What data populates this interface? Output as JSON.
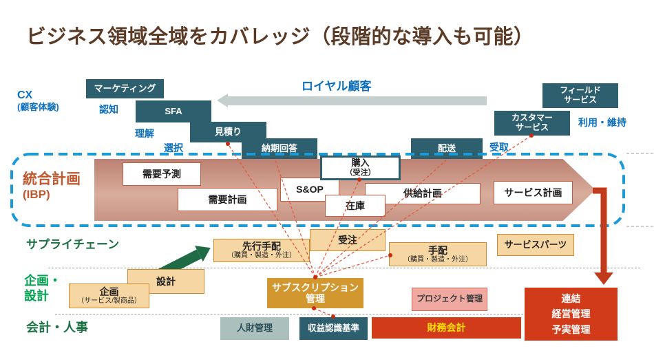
{
  "title": "ビジネス領域全域をカバレッジ（段階的な導入も可能）",
  "side_labels": {
    "cx": {
      "main": "CX",
      "sub": "(顧客体験)"
    },
    "ibp": {
      "main": "統合計画",
      "sub": "(IBP)"
    },
    "supply_chain": "サプライチェーン",
    "plan_design": {
      "l1": "企画・",
      "l2": "設計"
    },
    "accounting_hr": "会計・人事"
  },
  "cx": {
    "loyal_customer": "ロイヤル顧客",
    "journey": {
      "awareness": "認知",
      "understanding": "理解",
      "selection": "選択",
      "receipt": "受取",
      "use_maintain": "利用・維持"
    },
    "boxes": {
      "marketing": "マーケティング",
      "sfa": "SFA",
      "quotation": "見積り",
      "delivery_answer": "納期回答",
      "purchase": {
        "l1": "購入",
        "l2": "（受注）"
      },
      "delivery": "配送",
      "customer_service": {
        "l1": "カスタマー",
        "l2": "サービス"
      },
      "field_service": {
        "l1": "フィールド",
        "l2": "サービス"
      }
    }
  },
  "ibp": {
    "boxes": {
      "demand_forecast": "需要予測",
      "demand_plan": "需要計画",
      "sop": "S&OP",
      "inventory": "在庫",
      "supply_plan": "供給計画",
      "service_plan": "サービス計画"
    }
  },
  "supply_chain": {
    "boxes": {
      "order": "受注",
      "advance_arrange": {
        "l1": "先行手配",
        "l2": "（購買・製造・外注）"
      },
      "arrange": {
        "l1": "手配",
        "l2": "（購買・製造・外注）"
      },
      "service_parts": "サービスパーツ"
    }
  },
  "plan_design": {
    "boxes": {
      "design": "設計",
      "planning": {
        "l1": "企画",
        "l2": "（サービス/製商品）"
      },
      "subscription": {
        "l1": "サブスクリプション",
        "l2": "管理"
      },
      "project_mgmt": "プロジェクト管理"
    }
  },
  "accounting": {
    "boxes": {
      "hr_mgmt": "人財管理",
      "revenue_recognition": "収益認識基準",
      "financial_accounting": "財務会計",
      "consolidated": {
        "l1": "連結",
        "l2": "経営管理",
        "l3": "予実管理"
      }
    }
  },
  "colors": {
    "title_brown": "#5B3B26",
    "teal_box": "#2D5F6E",
    "journey_blue": "#0B6FBE",
    "dashed_frame_blue": "#1C9AD6",
    "ibp_rust": "#C0572F",
    "ibp_arrow_salmon": "#C79384",
    "dark_green": "#1E7145",
    "bright_green": "#00A550",
    "tan_fill": "#F6D7A4",
    "tan_border": "#D08A2E",
    "gold": "#D2982F",
    "red": "#D13B1A",
    "pink": "#EFA9A1",
    "gray_green": "#ABC0BD",
    "finacc_yellow": "#FFE100",
    "connector_red": "#E25A3C"
  }
}
